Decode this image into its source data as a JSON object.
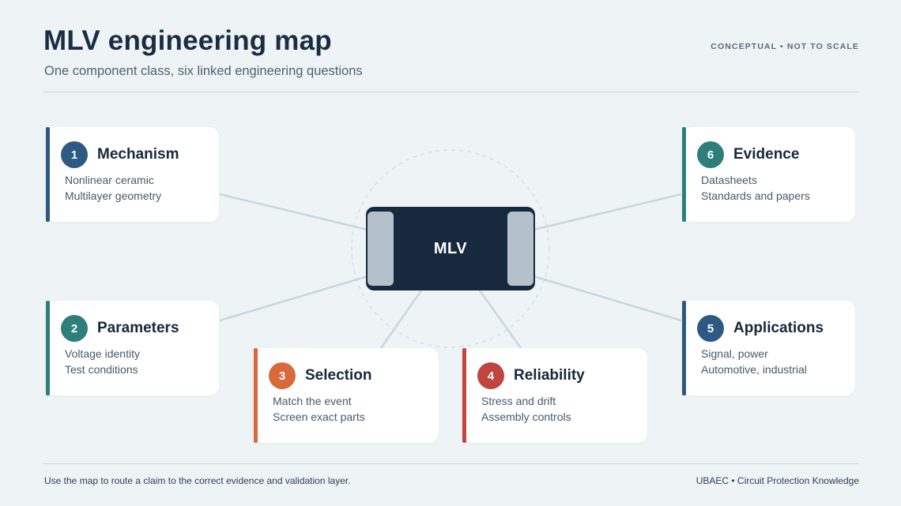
{
  "header": {
    "title": "MLV engineering map",
    "subtitle": "One component class, six linked engineering questions",
    "badge": "CONCEPTUAL • NOT TO SCALE"
  },
  "center": {
    "label": "MLV"
  },
  "nodes": [
    {
      "number": "1",
      "title": "Mechanism",
      "lines": [
        "Nonlinear ceramic",
        "Multilayer geometry"
      ],
      "color": "#2d5a82"
    },
    {
      "number": "2",
      "title": "Parameters",
      "lines": [
        "Voltage identity",
        "Test conditions"
      ],
      "color": "#2e7f7a"
    },
    {
      "number": "3",
      "title": "Selection",
      "lines": [
        "Match the event",
        "Screen exact parts"
      ],
      "color": "#d9683a"
    },
    {
      "number": "4",
      "title": "Reliability",
      "lines": [
        "Stress and drift",
        "Assembly controls"
      ],
      "color": "#c0453f"
    },
    {
      "number": "5",
      "title": "Applications",
      "lines": [
        "Signal, power",
        "Automotive, industrial"
      ],
      "color": "#2d5a82"
    },
    {
      "number": "6",
      "title": "Evidence",
      "lines": [
        "Datasheets",
        "Standards and papers"
      ],
      "color": "#2e7f7a"
    }
  ],
  "footer": {
    "left": "Use the map to route a claim to the correct evidence and validation layer.",
    "right": "UBAEC • Circuit Protection Knowledge"
  }
}
